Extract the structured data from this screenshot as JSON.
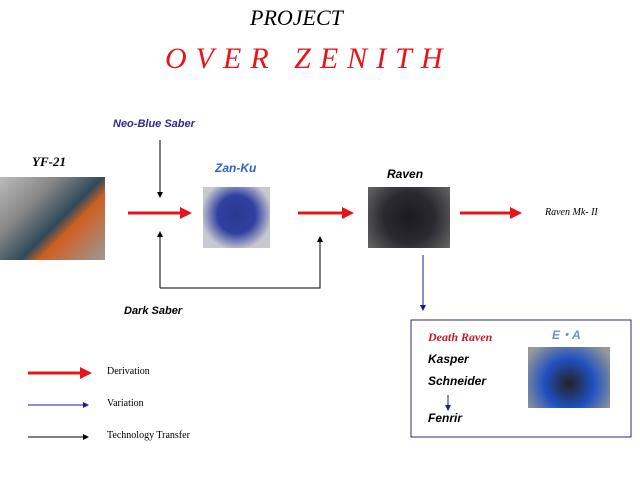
{
  "title": "PROJECT",
  "subtitle": "OVER ZENITH",
  "nodes": {
    "yf21": "YF-21",
    "neo_blue_saber": "Neo-Blue Saber",
    "zanku": "Zan-Ku",
    "raven": "Raven",
    "raven_mk2": "Raven Mk- II",
    "dark_saber": "Dark Saber"
  },
  "variation_box": {
    "death_raven": "Death Raven",
    "kasper": "Kasper",
    "schneider": "Schneider",
    "fenrir": "Fenrir",
    "ea": "E・A"
  },
  "legend": [
    {
      "label": "Derivation",
      "color": "#e8141c"
    },
    {
      "label": "Variation",
      "color": "#1a1aa0"
    },
    {
      "label": "Technology Transfer",
      "color": "#000000"
    }
  ],
  "colors": {
    "red": "#e8141c",
    "blue_label": "#2b63c8",
    "neo_blue": "#2a2a9a",
    "death_raven": "#d01828",
    "ea": "#6b8fe0"
  }
}
